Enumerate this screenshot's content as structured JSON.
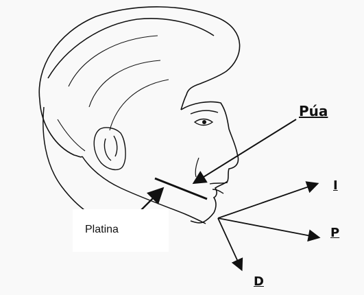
{
  "labels": {
    "pua": "Púa",
    "i": "I",
    "p": "P",
    "d": "D",
    "platina": "Platina"
  },
  "colors": {
    "ink": "#111111",
    "background": "#f9f9f9",
    "label_box": "#ffffff"
  }
}
